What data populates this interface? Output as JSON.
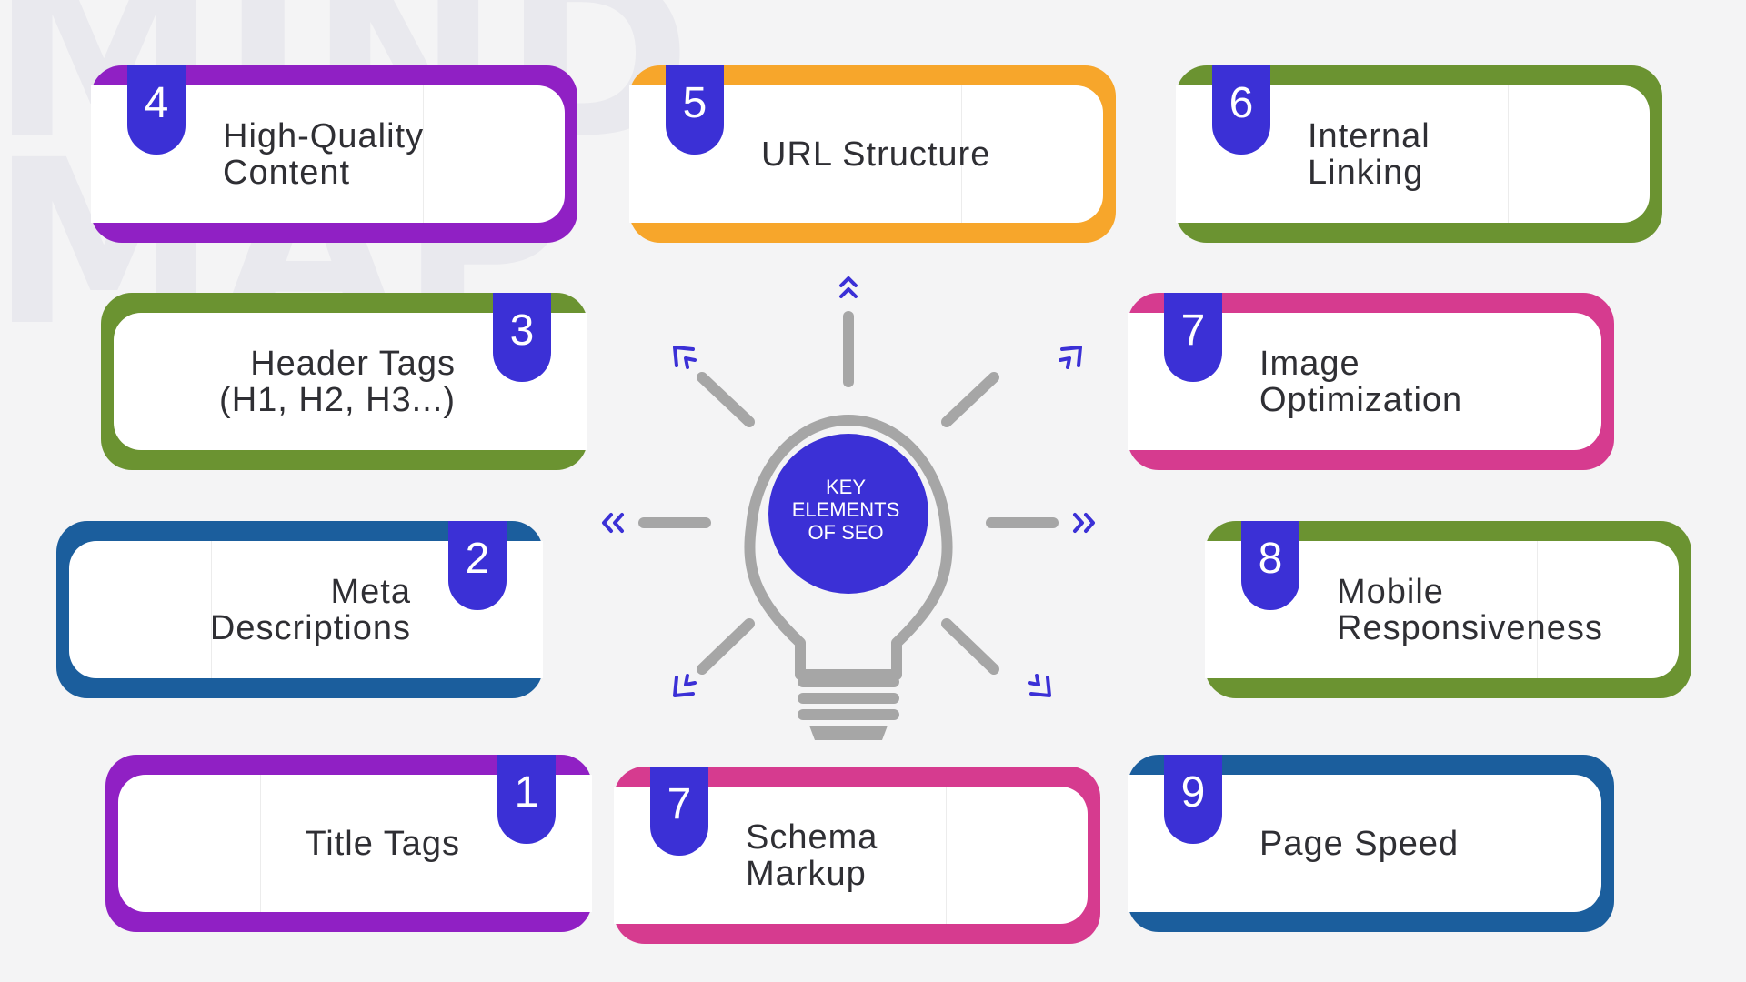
{
  "watermark": "MIND\nMAP",
  "center": {
    "lines": [
      "KEY",
      "ELEMENTS",
      "OF SEO"
    ],
    "bulb_color": "#3b30d6",
    "outline_color": "#a6a6a6"
  },
  "badge_color": "#3b30d6",
  "cards": [
    {
      "number": "4",
      "label": "High-Quality\nContent",
      "color": "#9020c4"
    },
    {
      "number": "5",
      "label": "URL Structure",
      "color": "#f7a62b"
    },
    {
      "number": "6",
      "label": "Internal\nLinking",
      "color": "#6b9331"
    },
    {
      "number": "3",
      "label": "Header Tags\n(H1, H2, H3...)",
      "color": "#6b9331"
    },
    {
      "number": "7",
      "label": "Image\nOptimization",
      "color": "#d63b8f"
    },
    {
      "number": "2",
      "label": "Meta\nDescriptions",
      "color": "#1b5e9d"
    },
    {
      "number": "8",
      "label": "Mobile\nResponsiveness",
      "color": "#6b9331"
    },
    {
      "number": "1",
      "label": "Title Tags",
      "color": "#9020c4"
    },
    {
      "number": "7",
      "label": "Schema\nMarkup",
      "color": "#d63b8f"
    },
    {
      "number": "9",
      "label": "Page Speed",
      "color": "#1b5e9d"
    }
  ]
}
